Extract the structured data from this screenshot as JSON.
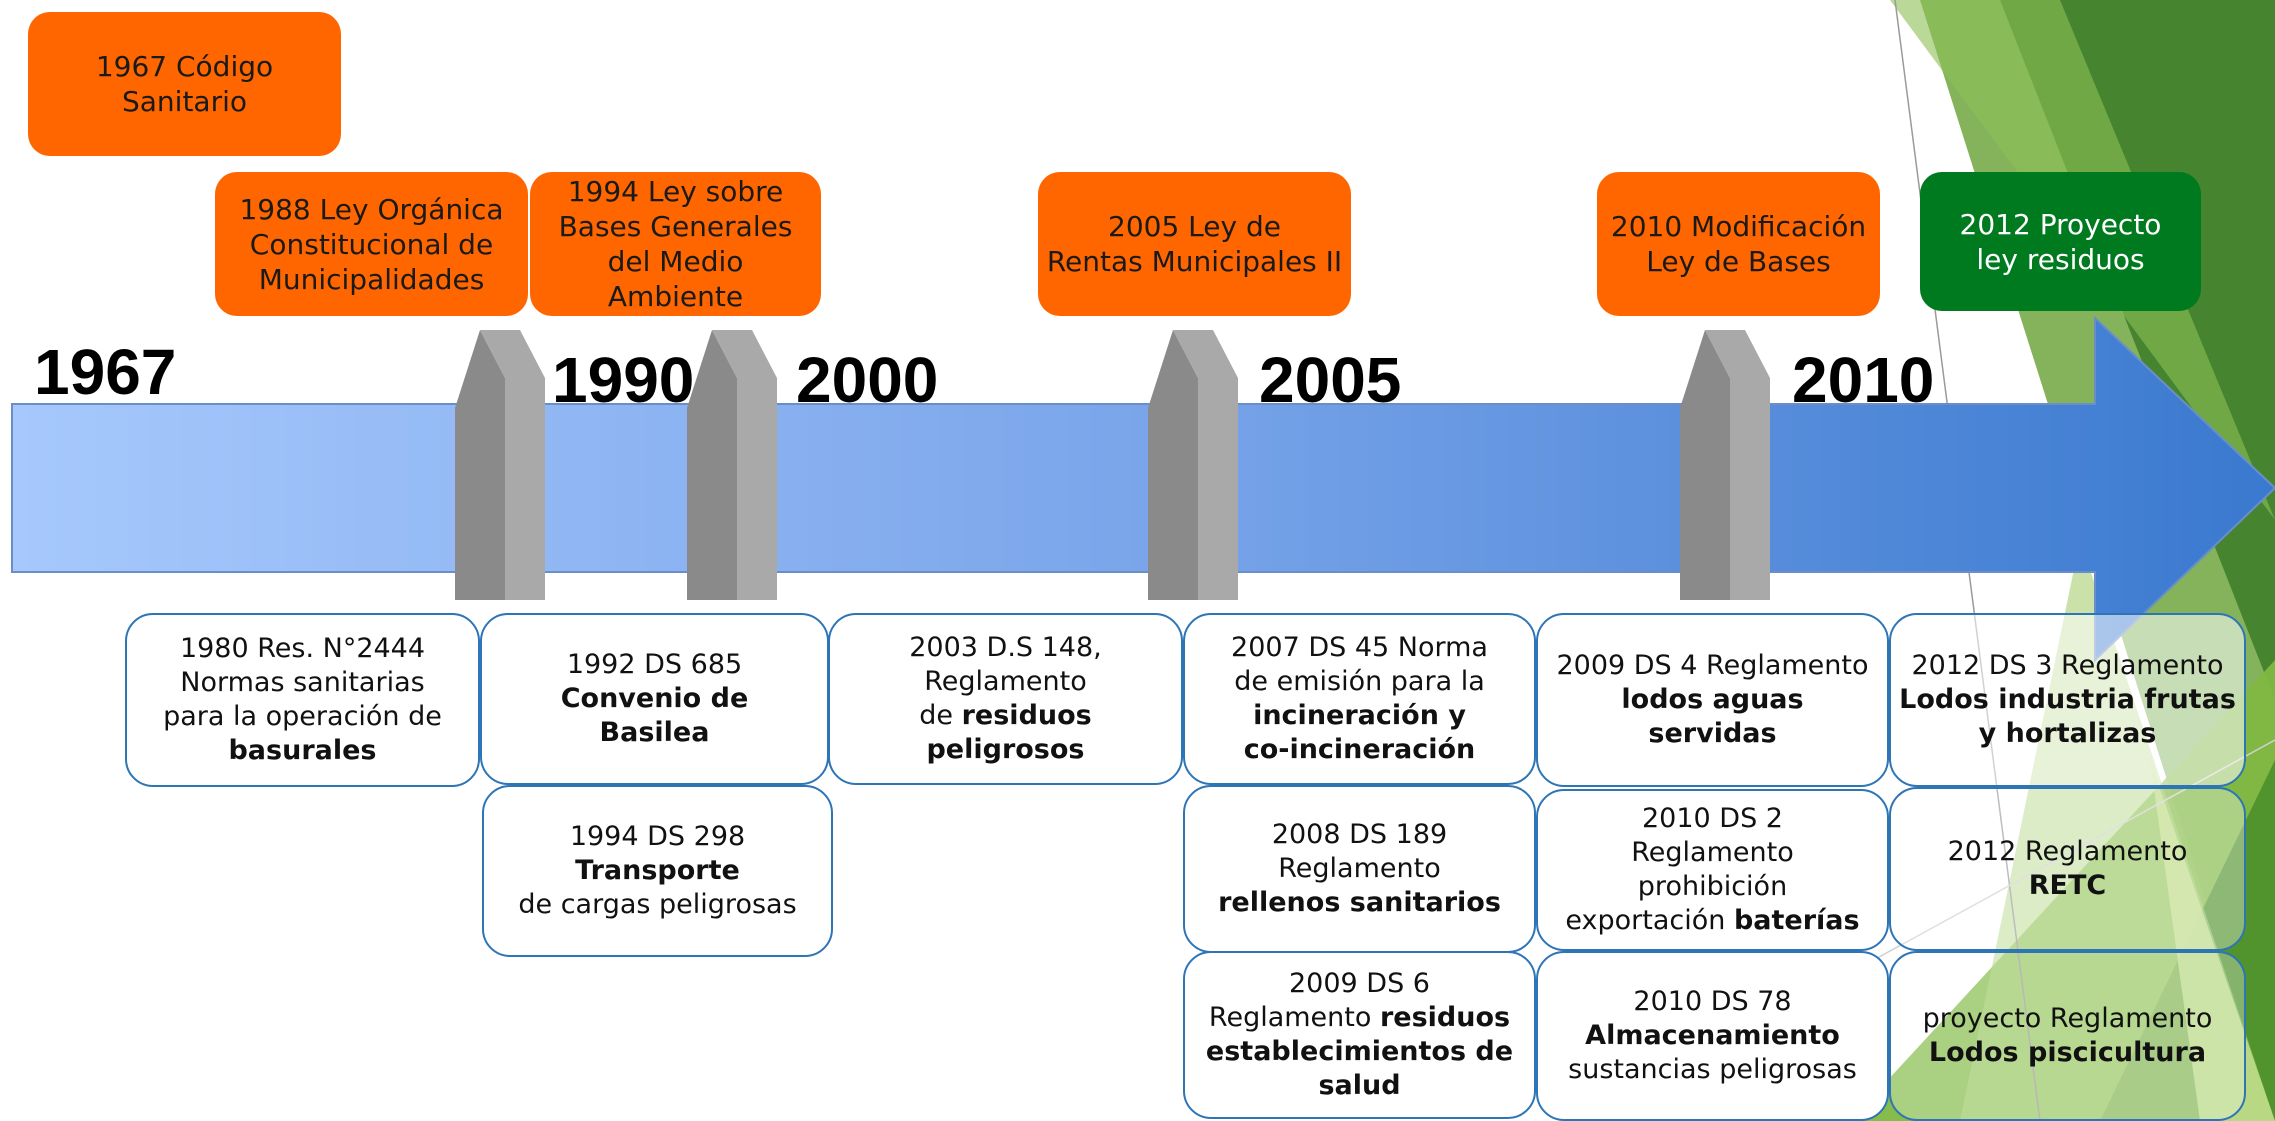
{
  "colors": {
    "law_orange": "#ff6600",
    "law_green": "#007a1f",
    "arrow_light": "#a3c6fb",
    "arrow_dark": "#3b7bd1",
    "marker_gray": "#9a9a9a",
    "box_border": "#2e75b6",
    "deco_green": "#4e8f2b"
  },
  "years": [
    "1967",
    "1990",
    "2000",
    "2005",
    "2010"
  ],
  "laws": [
    {
      "lines": [
        "1967 Código",
        "Sanitario"
      ],
      "color": "orange"
    },
    {
      "lines": [
        "1988 Ley Orgánica",
        "Constitucional de",
        "Municipalidades"
      ],
      "color": "orange"
    },
    {
      "lines": [
        "1994 Ley sobre",
        "Bases Generales",
        "del Medio Ambiente"
      ],
      "color": "orange"
    },
    {
      "lines": [
        "2005 Ley de",
        "Rentas Municipales II"
      ],
      "color": "orange"
    },
    {
      "lines": [
        "2010 Modificación",
        "Ley de Bases"
      ],
      "color": "orange"
    },
    {
      "lines": [
        "2012 Proyecto",
        "ley residuos"
      ],
      "color": "green"
    }
  ],
  "regulations": [
    {
      "lines": [
        "1980 Res. N°2444",
        "Normas sanitarias",
        "para la operación de",
        "basurales"
      ],
      "bold": [
        3
      ]
    },
    {
      "lines": [
        "1992 DS 685",
        "Convenio de",
        "Basilea"
      ],
      "bold": [
        1,
        2
      ]
    },
    {
      "lines": [
        "1994 DS 298",
        "Transporte",
        "de cargas peligrosas"
      ],
      "bold": [
        1
      ]
    },
    {
      "lines": [
        "2003 D.S 148,",
        "Reglamento",
        "de residuos peligrosos"
      ],
      "bold": []
    },
    {
      "lines": [
        "2007 DS 45 Norma",
        "de emisión para la",
        "incineración y",
        "co-incineración"
      ],
      "bold": [
        2,
        3
      ]
    },
    {
      "lines": [
        "2008 DS 189",
        "Reglamento",
        "rellenos sanitarios"
      ],
      "bold": [
        2
      ]
    },
    {
      "lines": [
        "2009 DS 6",
        "Reglamento residuos",
        "establecimientos de",
        "salud"
      ],
      "bold": [
        2,
        3
      ]
    },
    {
      "lines": [
        "2009 DS 4 Reglamento",
        "lodos aguas",
        "servidas"
      ],
      "bold": [
        1,
        2
      ]
    },
    {
      "lines": [
        "2010 DS 2",
        "Reglamento",
        "prohibición",
        "exportación baterías"
      ],
      "bold": []
    },
    {
      "lines": [
        "2010 DS 78",
        "Almacenamiento",
        "sustancias peligrosas"
      ],
      "bold": [
        1
      ]
    },
    {
      "lines": [
        "2012 DS 3 Reglamento",
        "Lodos industria frutas",
        "y hortalizas"
      ],
      "bold": [
        1,
        2
      ]
    },
    {
      "lines": [
        "2012 Reglamento",
        "RETC"
      ],
      "bold": [
        1
      ]
    },
    {
      "lines": [
        "proyecto Reglamento",
        "Lodos piscicultura"
      ],
      "bold": [
        1
      ]
    }
  ]
}
